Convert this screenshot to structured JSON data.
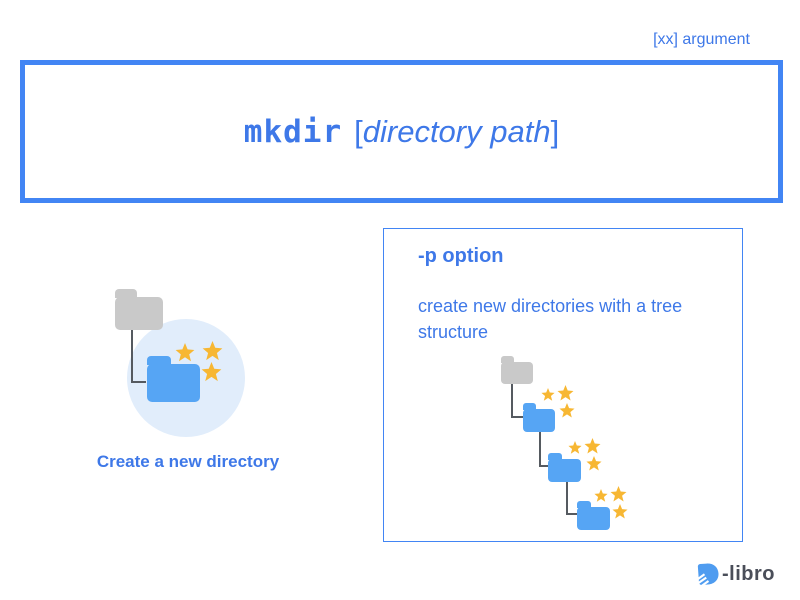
{
  "header": {
    "argument_label": "[xx] argument"
  },
  "command_box": {
    "command": "mkdir",
    "bracket_open": "[",
    "argument_text": "directory path",
    "bracket_close": "]"
  },
  "left_panel": {
    "caption": "Create a new directory"
  },
  "right_panel": {
    "title": "-p option",
    "description": "create new directories with a tree structure"
  },
  "logo": {
    "text": "-libro"
  },
  "colors": {
    "accent": "#4285f4",
    "text-blue": "#3e78e8",
    "folder-blue": "#56a5f4",
    "folder-gray": "#c9c9c9",
    "star-yellow": "#f7b733",
    "circle-fill": "#e1edfb",
    "line-gray": "#555a60",
    "logo-gray": "#4a4e59"
  }
}
